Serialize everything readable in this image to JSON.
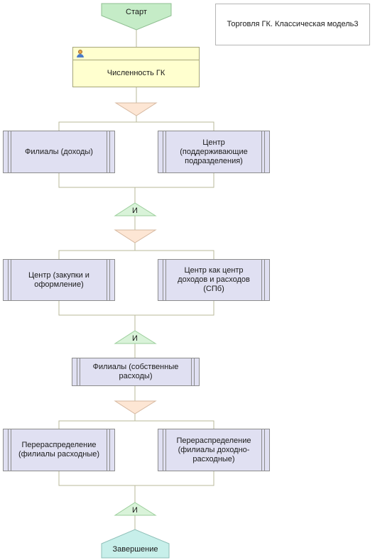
{
  "diagram": {
    "title": "Торговля ГК. Классическая модель3",
    "start": "Старт",
    "end": "Завершение",
    "task": "Численность ГК",
    "and_label": "И",
    "row1": {
      "left": "Филиалы (доходы)",
      "right": "Центр\n(поддерживающие\nподразделения)"
    },
    "row2": {
      "left": "Центр (закупки и\nоформление)",
      "right": "Центр как центр\nдоходов и расходов\n(СПб)"
    },
    "row3": {
      "single": "Филиалы (собственные\nрасходы)"
    },
    "row4": {
      "left": "Перераспределение\n(филиалы расходные)",
      "right": "Перераспределение\n(филиалы доходно-\nрасходные)"
    }
  },
  "colors": {
    "start_fill": "#c5ecc7",
    "end_fill": "#c7efea",
    "split_fill": "#fde6d4",
    "join_fill": "#d9f3d9",
    "process_fill": "#e0e0f2",
    "task_fill": "#ffffcf",
    "line": "#b8b89a"
  },
  "icons": {
    "task_icon": "user-icon"
  }
}
